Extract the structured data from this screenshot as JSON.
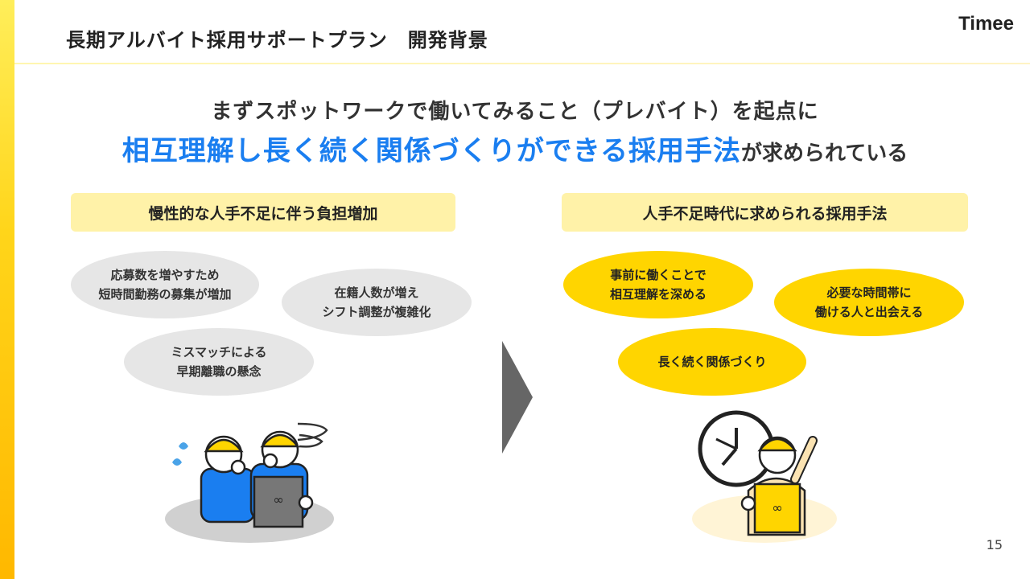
{
  "slide": {
    "title": "長期アルバイト採用サポートプラン　開発背景",
    "logo": "Timee",
    "page_number": "15"
  },
  "headline": {
    "line1": "まずスポットワークで働いてみること（プレバイト）を起点に",
    "line2_highlight": "相互理解し長く続く関係づくりができる採用手法",
    "line2_rest": "が求められている"
  },
  "left": {
    "header": "慢性的な人手不足に伴う負担増加",
    "bubbles": [
      "応募数を増やすため\n短時間勤務の募集が増加",
      "在籍人数が増え\nシフト調整が複雑化",
      "ミスマッチによる\n早期離職の懸念"
    ]
  },
  "right": {
    "header": "人手不足時代に求められる採用手法",
    "bubbles": [
      "事前に働くことで\n相互理解を深める",
      "必要な時間帯に\n働ける人と出会える",
      "長く続く関係づくり"
    ]
  },
  "colors": {
    "accent_blue": "#1A7EF0",
    "brand_yellow": "#FFD500",
    "section_bg": "#FFF2A8",
    "bubble_grey": "#E6E6E6"
  }
}
